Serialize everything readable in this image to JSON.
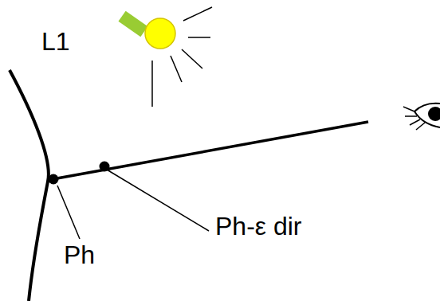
{
  "diagram": {
    "labels": [
      "L1",
      "Ph",
      "Ph-ε dir"
    ]
  }
}
